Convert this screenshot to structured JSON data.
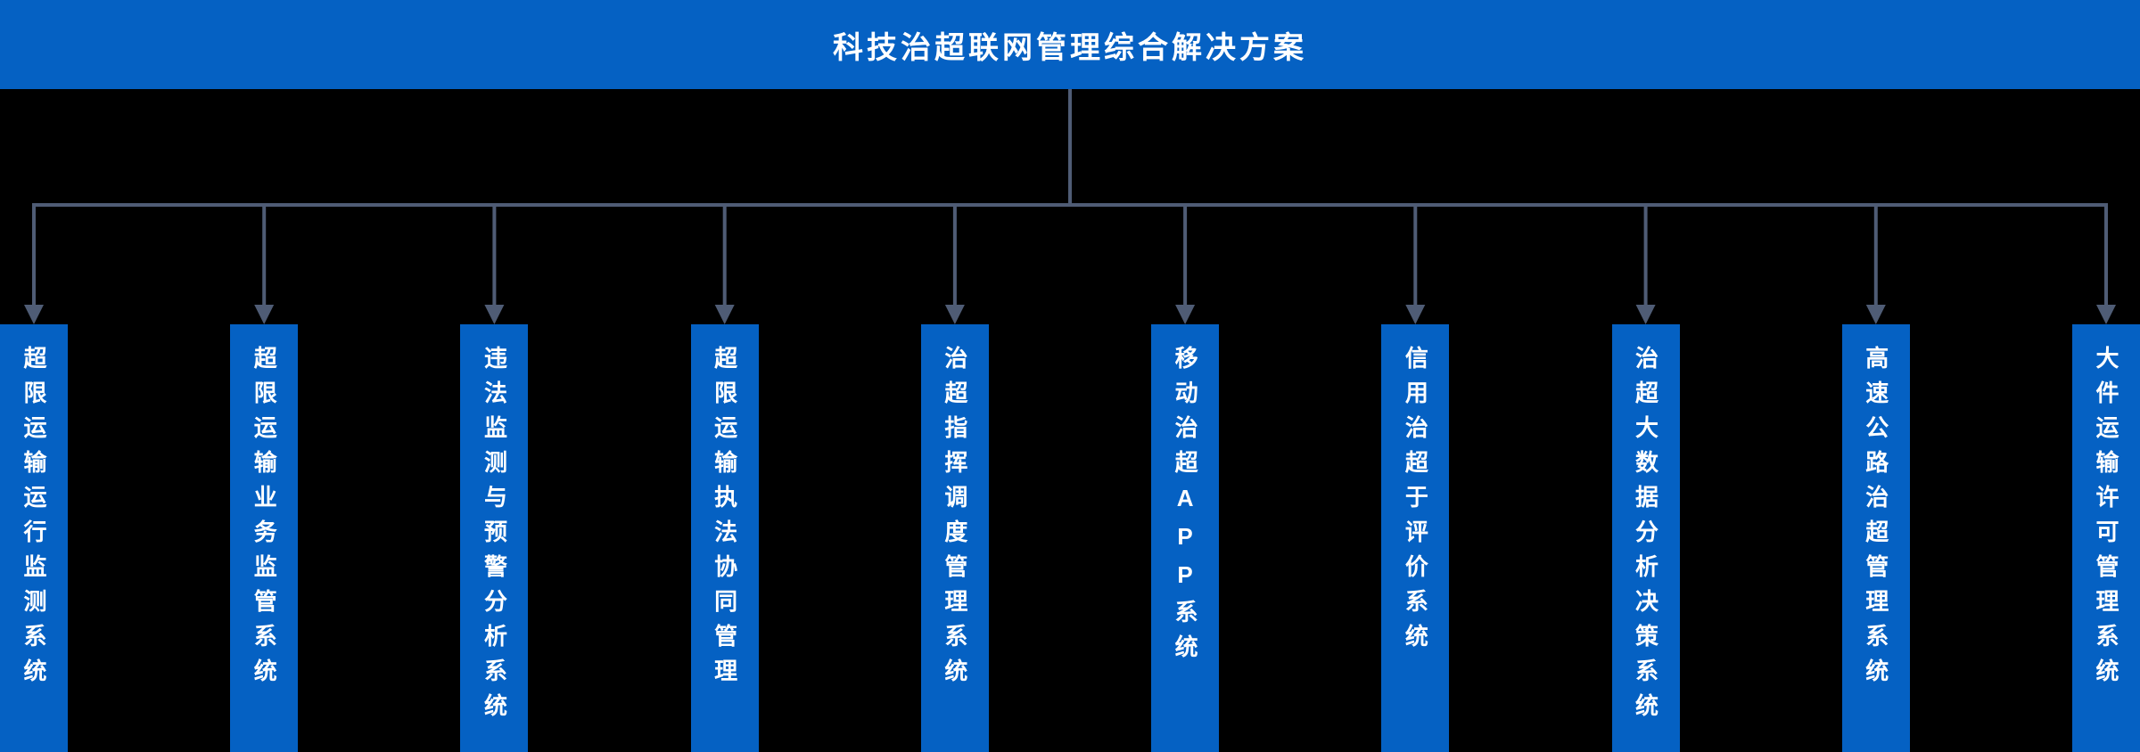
{
  "colors": {
    "header-bg": "#0561c3",
    "node-bg": "#0561c3",
    "connector": "#4f5c75",
    "background": "#000000",
    "text": "#ffffff"
  },
  "diagram": {
    "title": "科技治超联网管理综合解决方案",
    "nodes": [
      {
        "label": "超限运输运行监测系统"
      },
      {
        "label": "超限运输业务监管系统"
      },
      {
        "label": "违法监测与预警分析系统"
      },
      {
        "label": "超限运输执法协同管理"
      },
      {
        "label": "治超指挥调度管理系统"
      },
      {
        "label": "移动治超APP系统"
      },
      {
        "label": "信用治超于评价系统"
      },
      {
        "label": "治超大数据分析决策系统"
      },
      {
        "label": "高速公路治超管理系统"
      },
      {
        "label": "大件运输许可管理系统"
      }
    ]
  }
}
